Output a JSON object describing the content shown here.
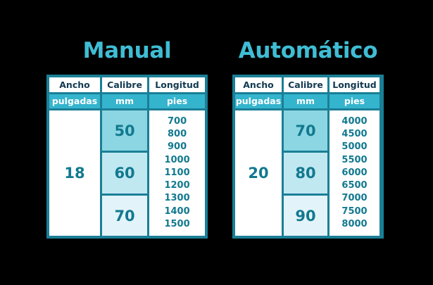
{
  "background_color": "#000000",
  "theme": {
    "title_color": "#3fbdd4",
    "frame_color": "#1a7f96",
    "header_text_color": "#123a52",
    "unit_bg_color": "#35b4cd",
    "unit_text_color": "#ffffff",
    "value_text_color": "#12798f",
    "shade_1": "#8bd6e2",
    "shade_2": "#c0e8f1",
    "shade_3": "#e2f4f9"
  },
  "tables": [
    {
      "id": "manual",
      "title": "Manual",
      "headers": [
        "Ancho",
        "Calibre",
        "Longitud"
      ],
      "units": [
        "pulgadas",
        "mm",
        "pies"
      ],
      "ancho": "18",
      "calibres": [
        "50",
        "60",
        "70"
      ],
      "longitudes": [
        "700",
        "800",
        "900",
        "1000",
        "1100",
        "1200",
        "1300",
        "1400",
        "1500"
      ]
    },
    {
      "id": "automatico",
      "title": "Automático",
      "headers": [
        "Ancho",
        "Calibre",
        "Longitud"
      ],
      "units": [
        "pulgadas",
        "mm",
        "pies"
      ],
      "ancho": "20",
      "calibres": [
        "70",
        "80",
        "90"
      ],
      "longitudes": [
        "4000",
        "4500",
        "5000",
        "5500",
        "6000",
        "6500",
        "7000",
        "7500",
        "8000"
      ]
    }
  ]
}
